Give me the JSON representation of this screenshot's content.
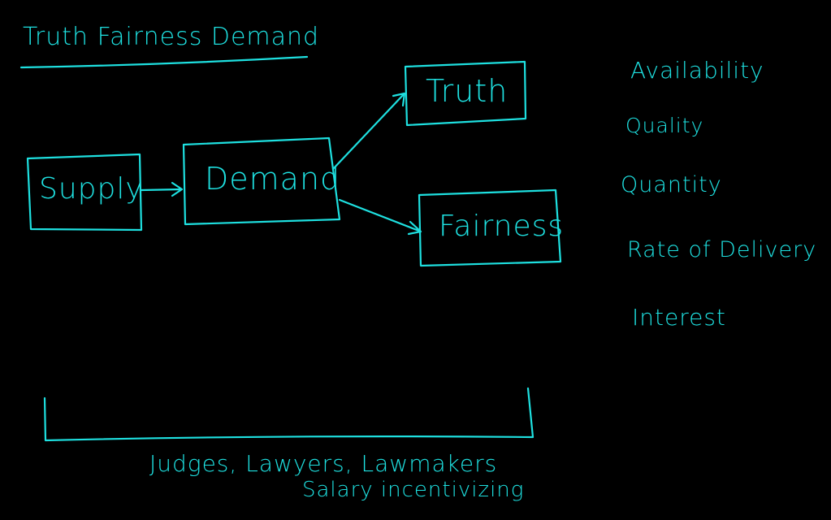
{
  "colors": {
    "ink": "#1ee0e0",
    "background": "#000000"
  },
  "title": "Truth Fairness Demand",
  "boxes": {
    "supply": "Supply",
    "demand": "Demand",
    "truth": "Truth",
    "fairness": "Fairness"
  },
  "factors": [
    "Availability",
    "Quality",
    "Quantity",
    "Rate of Delivery",
    "Interest"
  ],
  "bracket": {
    "line1": "Judges, Lawyers, Lawmakers",
    "line2": "Salary incentivizing"
  }
}
